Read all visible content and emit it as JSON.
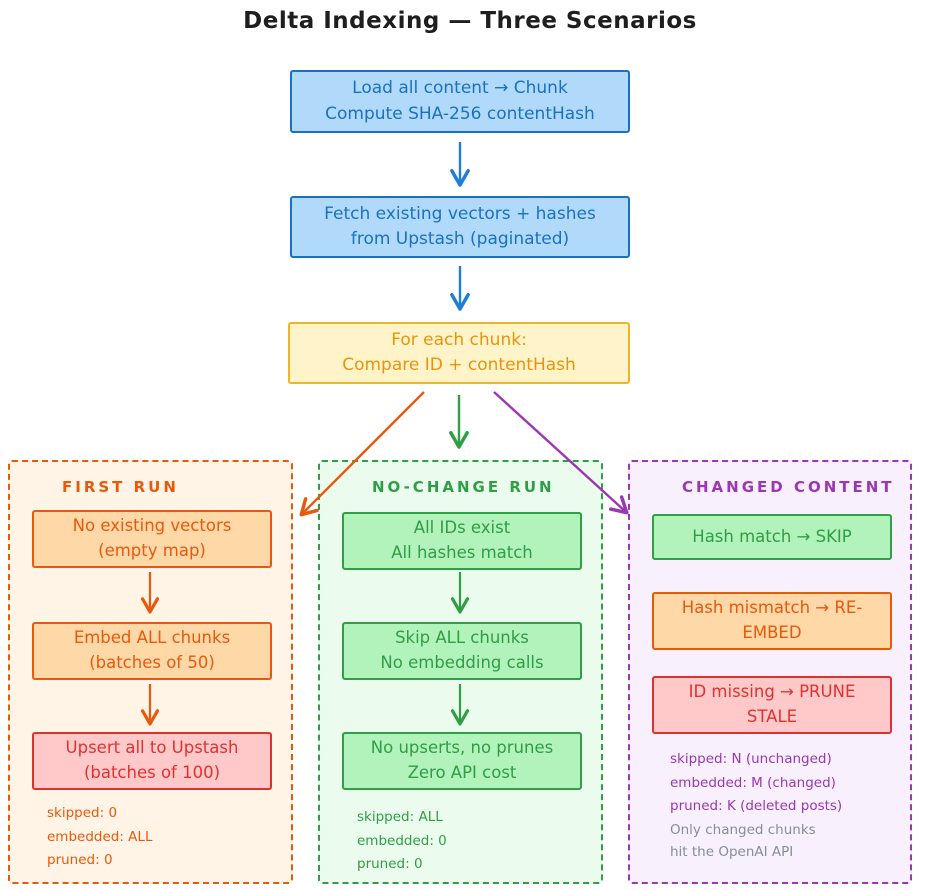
{
  "title": "Delta Indexing — Three Scenarios",
  "flow": {
    "load_chunk": "Load all content → Chunk\nCompute SHA-256 contentHash",
    "fetch_vectors": "Fetch existing vectors + hashes\nfrom Upstash (paginated)",
    "compare": "For each chunk:\nCompare ID + contentHash"
  },
  "panels": {
    "first_run": {
      "header": "FIRST RUN",
      "boxes": [
        "No existing vectors\n(empty map)",
        "Embed ALL chunks\n(batches of 50)",
        "Upsert all to Upstash\n(batches of 100)"
      ],
      "stats": "skipped: 0\nembedded: ALL\npruned: 0"
    },
    "no_change_run": {
      "header": "NO-CHANGE RUN",
      "boxes": [
        "All IDs exist\nAll hashes match",
        "Skip ALL chunks\nNo embedding calls",
        "No upserts, no prunes\nZero API cost"
      ],
      "stats": "skipped: ALL\nembedded: 0\npruned: 0"
    },
    "changed_content": {
      "header": "CHANGED CONTENT",
      "boxes": [
        "Hash match → SKIP",
        "Hash mismatch → RE-\nEMBED",
        "ID missing → PRUNE\nSTALE"
      ],
      "stats": "skipped: N (unchanged)\nembedded: M (changed)\npruned: K (deleted posts)",
      "note": "Only changed chunks\nhit the OpenAI API"
    }
  },
  "colors": {
    "blue": "#1971c2",
    "yellow_border": "#f0b429",
    "yellow_text": "#e8940a",
    "orange": "#e8590c",
    "red": "#e03131",
    "green": "#2f9e44",
    "purple": "#9c36b5",
    "gray_note": "#868e96"
  }
}
